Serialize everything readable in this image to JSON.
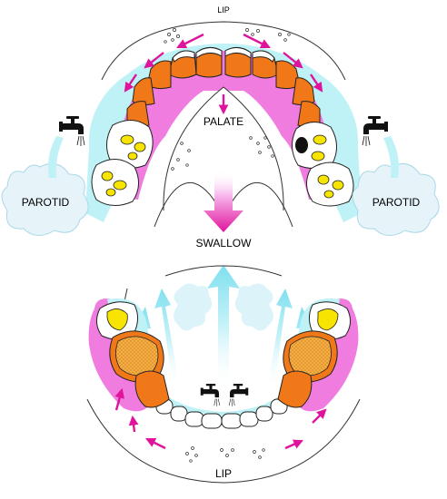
{
  "labels": {
    "lip_top": "LIP",
    "palate": "PALATE",
    "swallow": "SWALLOW",
    "parotid_left": "PAROTID",
    "parotid_right": "PAROTID",
    "lip_bottom": "LIP"
  },
  "colors": {
    "tongue_pink": "#f07ce0",
    "saliva_cyan": "#bff2f6",
    "tooth_orange": "#f07818",
    "filling_yellow": "#f7e400",
    "arrow_magenta": "#e0149c",
    "flow_cyan": "#8fe6f2",
    "cloud_blue": "#e6f4fa"
  },
  "icons": {
    "faucet_top_left": "faucet-icon",
    "faucet_top_right": "faucet-icon",
    "faucet_bottom_left": "faucet-icon",
    "faucet_bottom_right": "faucet-icon"
  }
}
